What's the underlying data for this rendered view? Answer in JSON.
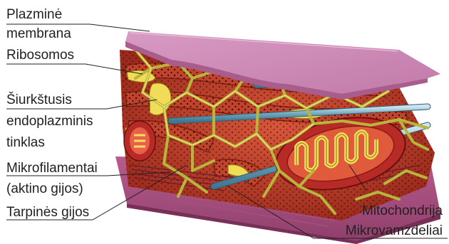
{
  "labels": {
    "plasma_membrane_1": "Plazminė",
    "plasma_membrane_2": "membrana",
    "ribosomes": "Ribosomos",
    "rough_er_1": "Šiurkštusis",
    "rough_er_2": "endoplazminis",
    "rough_er_3": "tinklas",
    "microfilaments_1": "Mikrofilamentai",
    "microfilaments_2": "(aktino gijos)",
    "intermediate_filaments": "Tarpinės gijos",
    "mitochondria": "Mitochondrija",
    "microtubules": "Mikrovamzdeliai"
  }
}
